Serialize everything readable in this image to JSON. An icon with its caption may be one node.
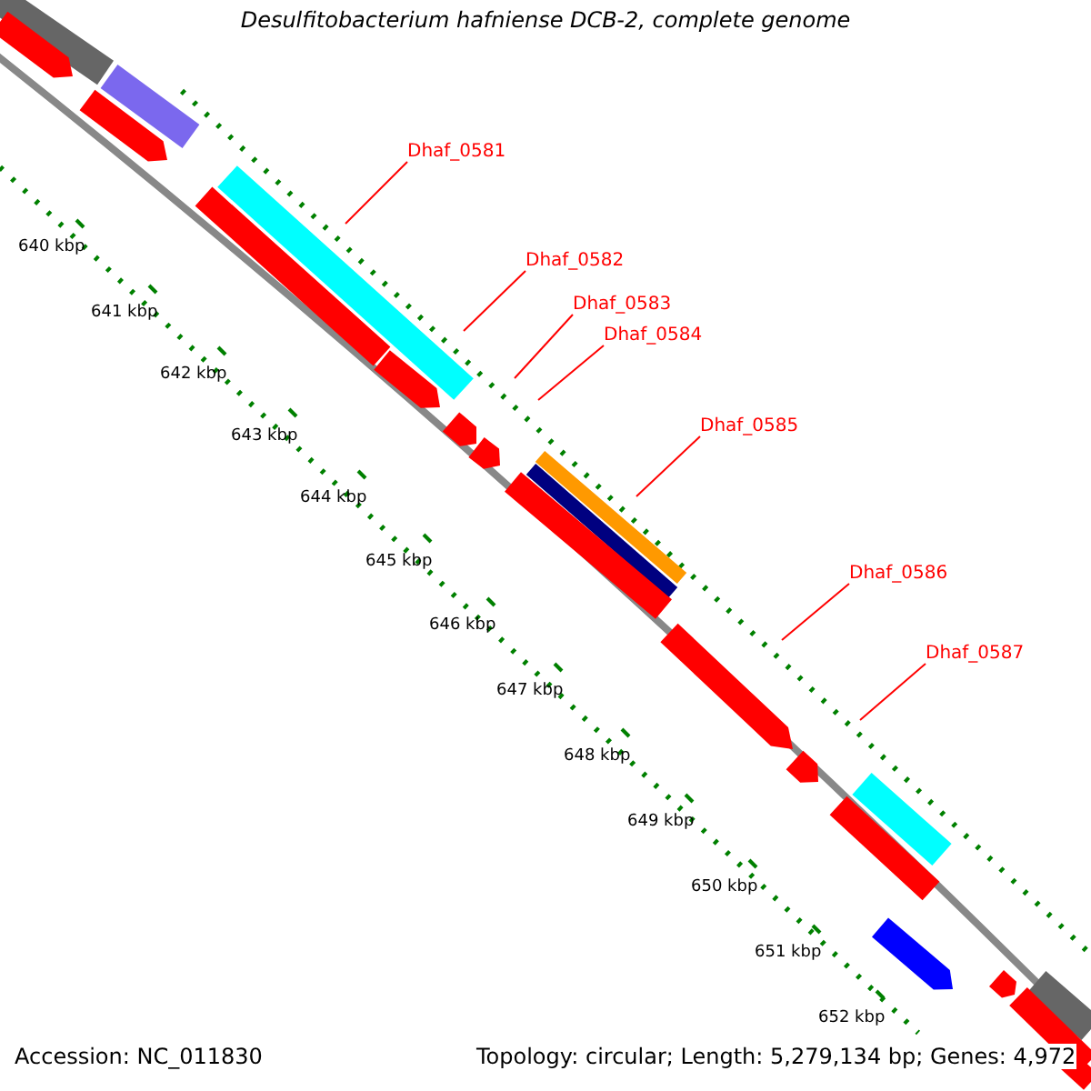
{
  "diagram": {
    "title": "Desulfitobacterium hafniense DCB-2, complete genome",
    "nodes": [
      {
        "text": [
          "Dhaf_0581"
        ]
      },
      {
        "text": [
          "Dhaf_0582"
        ]
      },
      {
        "text": [
          "Dhaf_0583"
        ]
      },
      {
        "text": [
          "Dhaf_0584"
        ]
      },
      {
        "text": [
          "Dhaf_0585"
        ]
      },
      {
        "text": [
          "Dhaf_0586"
        ]
      },
      {
        "text": [
          "Dhaf_0587"
        ]
      }
    ],
    "edges": [
      {
        "from": 0,
        "to": null,
        "arrow": "none",
        "color": "#ff0000"
      },
      {
        "from": 1,
        "to": null,
        "arrow": "none",
        "color": "#ff0000"
      },
      {
        "from": 2,
        "to": null,
        "arrow": "none",
        "color": "#ff0000"
      },
      {
        "from": 3,
        "to": null,
        "arrow": "none",
        "color": "#ff0000"
      },
      {
        "from": 4,
        "to": null,
        "arrow": "none",
        "color": "#ff0000"
      },
      {
        "from": 5,
        "to": null,
        "arrow": "none",
        "color": "#ff0000"
      },
      {
        "from": 6,
        "to": null,
        "arrow": "none",
        "color": "#ff0000"
      }
    ],
    "labels": [
      "640 kbp",
      "641 kbp",
      "642 kbp",
      "643 kbp",
      "644 kbp",
      "645 kbp",
      "646 kbp",
      "647 kbp",
      "648 kbp",
      "649 kbp",
      "650 kbp",
      "651 kbp",
      "652 kbp",
      "Accession: NC_011830",
      "Topology: circular; Length: 5,279,134 bp; Genes: 4,972"
    ]
  }
}
